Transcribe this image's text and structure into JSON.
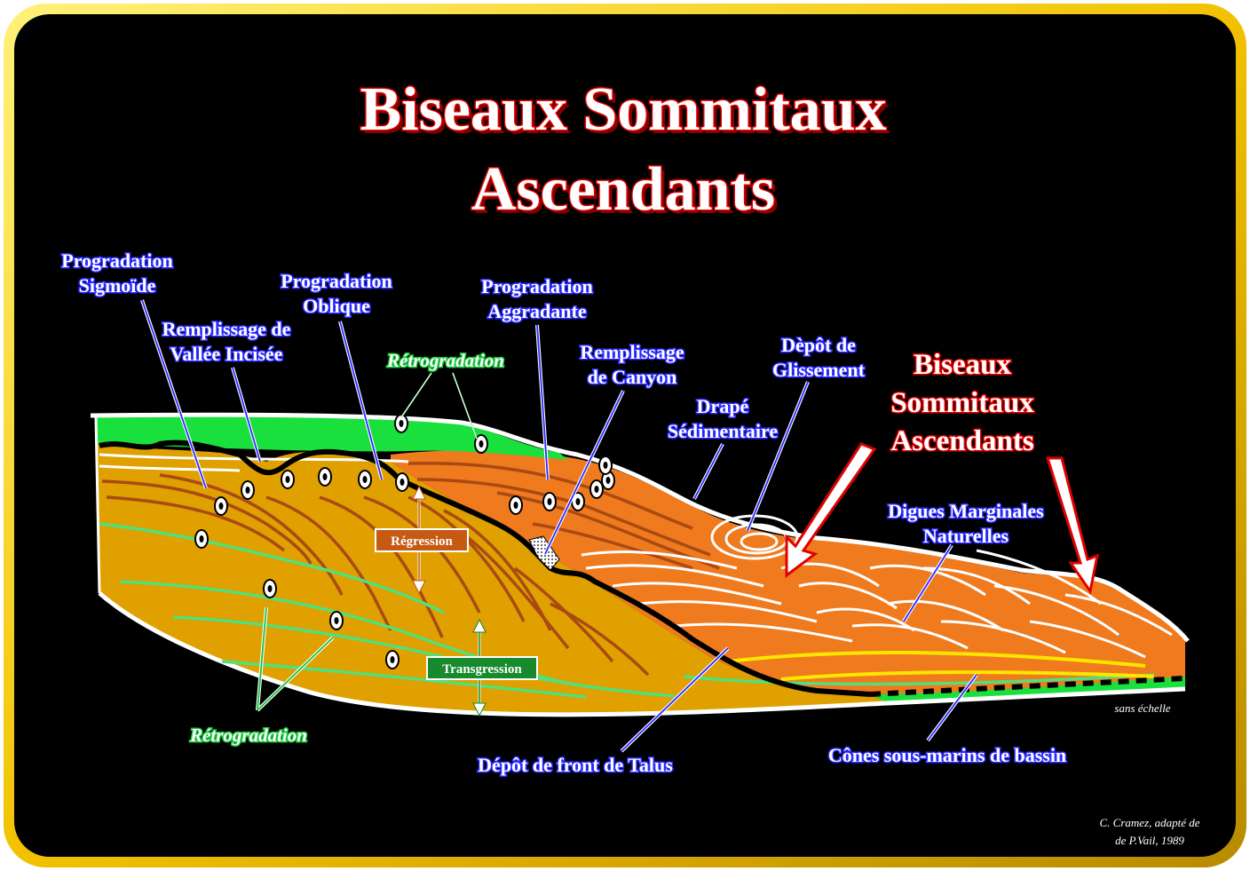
{
  "title": {
    "line1": "Biseaux Sommitaux",
    "line2": "Ascendants"
  },
  "labels": {
    "progradation_sigmoide": [
      "Progradation",
      "Sigmoïde"
    ],
    "remplissage_vallee": [
      "Remplissage de",
      "Vallée Incisée"
    ],
    "progradation_oblique": [
      "Progradation",
      "Oblique"
    ],
    "retrogradation_top": "Rétrogradation",
    "progradation_aggradante": [
      "Progradation",
      "Aggradante"
    ],
    "remplissage_canyon": [
      "Remplissage",
      "de Canyon"
    ],
    "depot_glissement": [
      "Dèpôt de",
      "Glissement"
    ],
    "drape_sedimentaire": [
      "Drapé",
      "Sédimentaire"
    ],
    "biseaux_sommitaux": [
      "Biseaux",
      "Sommitaux",
      "Ascendants"
    ],
    "digues_marginales": [
      "Digues Marginales",
      "Naturelles"
    ],
    "regression": "Régression",
    "transgression": "Transgression",
    "retrogradation_bottom": "Rétrogradation",
    "depot_front_talus": "Dépôt de front de Talus",
    "cones_sous_marins": "Cônes sous-marins de bassin",
    "sans_echelle": "sans échelle",
    "credit": [
      "C. Cramez, adapté de",
      "de P.Vail, 1989"
    ]
  },
  "colors": {
    "frame_gold": "#f2c200",
    "background": "#000000",
    "shelf_ochre": "#dfa000",
    "slope_orange": "#f07a1e",
    "green_band": "#19e03c",
    "title_red": "#e00000",
    "label_blue": "#2a2aff",
    "regression_box": "#c75a12",
    "transgression_box": "#168a2c"
  }
}
